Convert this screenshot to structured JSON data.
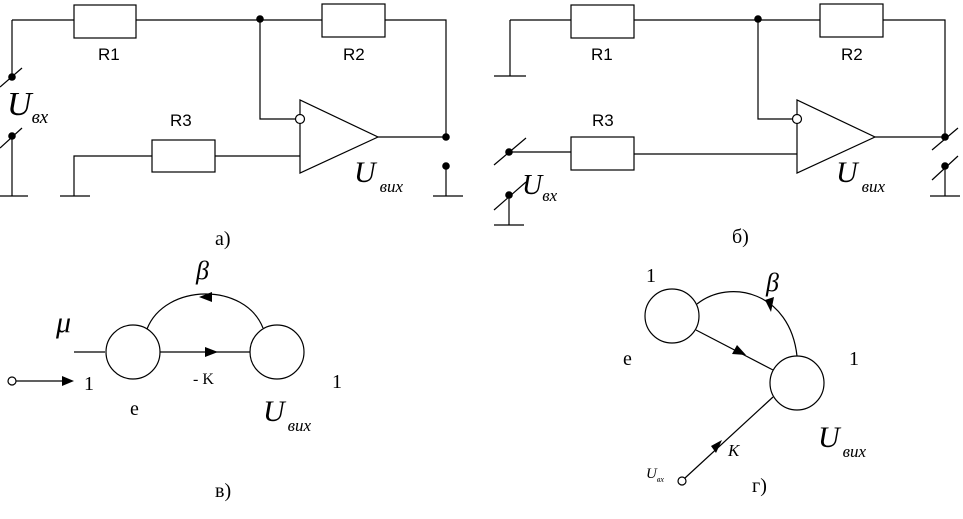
{
  "circuit_a": {
    "r1": "R1",
    "r2": "R2",
    "r3": "R3",
    "u_in_main": "U",
    "u_in_sub": "вх",
    "u_out_main": "U",
    "u_out_sub": "вих",
    "caption": "а)"
  },
  "circuit_b": {
    "r1": "R1",
    "r2": "R2",
    "r3": "R3",
    "u_in_main": "U",
    "u_in_sub": "вх",
    "u_out_main": "U",
    "u_out_sub": "вих",
    "caption": "б)"
  },
  "graph_v": {
    "mu": "μ",
    "beta": "β",
    "gain": "- K",
    "input_weight": "1",
    "output_weight": "1",
    "node_e": "е",
    "u_out_main": "U",
    "u_out_sub": "вих",
    "caption": "в)"
  },
  "graph_g": {
    "beta": "β",
    "weight_top": "1",
    "weight_right": "1",
    "node_e": "е",
    "gain": "K",
    "u_in_main": "U",
    "u_in_sub": "вх",
    "u_out_main": "U",
    "u_out_sub": "вих",
    "caption": "г)"
  }
}
